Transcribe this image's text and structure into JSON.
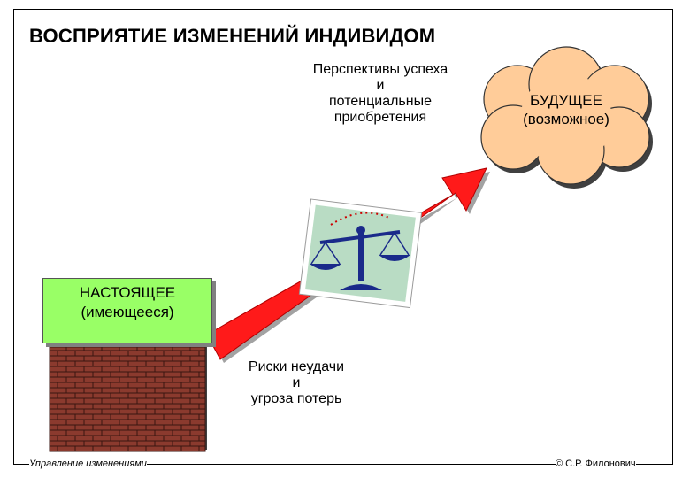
{
  "title": "ВОСПРИЯТИЕ ИЗМЕНЕНИЙ ИНДИВИДОМ",
  "perspectives": [
    "Перспективы успеха",
    "и",
    "потенциальные",
    "приобретения"
  ],
  "future": {
    "line1": "БУДУЩЕЕ",
    "line2": "(возможное)"
  },
  "present": {
    "line1": "НАСТОЯЩЕЕ",
    "line2": "(имеющееся)"
  },
  "risks": [
    "Риски неудачи",
    "и",
    "угроза потерь"
  ],
  "footer": {
    "left": "Управление изменениями",
    "right": "© С.Р. Филонович"
  },
  "colors": {
    "arrow": "#ff1a1a",
    "present_box": "#99ff66",
    "cloud": "#ffcc99",
    "brick": "#8b3a2e",
    "card": "#b9dcc4",
    "scales": "#1a2a8a"
  },
  "icons": [
    "growth-arrow",
    "scales-of-justice-icon",
    "thought-cloud",
    "brick-pedestal"
  ]
}
